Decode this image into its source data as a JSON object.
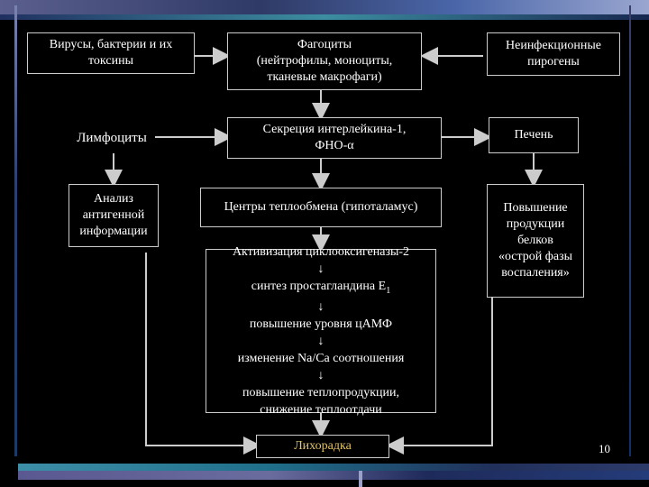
{
  "nodes": {
    "viruses": "Вирусы, бактерии и их\nтоксины",
    "phagocytes": "Фагоциты\n(нейтрофилы, моноциты,\nтканевые макрофаги)",
    "noninfectious": "Неинфекционные\nпирогены",
    "lymphocytes": "Лимфоциты",
    "secretion": "Секреция интерлейкина-1,\nФНО-α",
    "liver": "Печень",
    "analysis": "Анализ\nантигенной\nинформации",
    "center": "Центры теплообмена (гипоталамус)",
    "proteins": "Повышение\nпродукции\nбелков\n«острой фазы\nвоспаления»",
    "mechanism": [
      "Активизация циклооксигеназы-2",
      "↓",
      "синтез простагландина E",
      "↓",
      "повышение уровня цАМФ",
      "↓",
      "изменение Na/Ca соотношения",
      "↓",
      "повышение теплопродукции,",
      "снижение теплоотдачи"
    ],
    "mechanism_sub": "1",
    "fever": "Лихорадка"
  },
  "page_number": "10",
  "colors": {
    "background": "#000000",
    "text": "#ffffff",
    "fever_text": "#e3c36a",
    "arrow": "#cccccc"
  }
}
